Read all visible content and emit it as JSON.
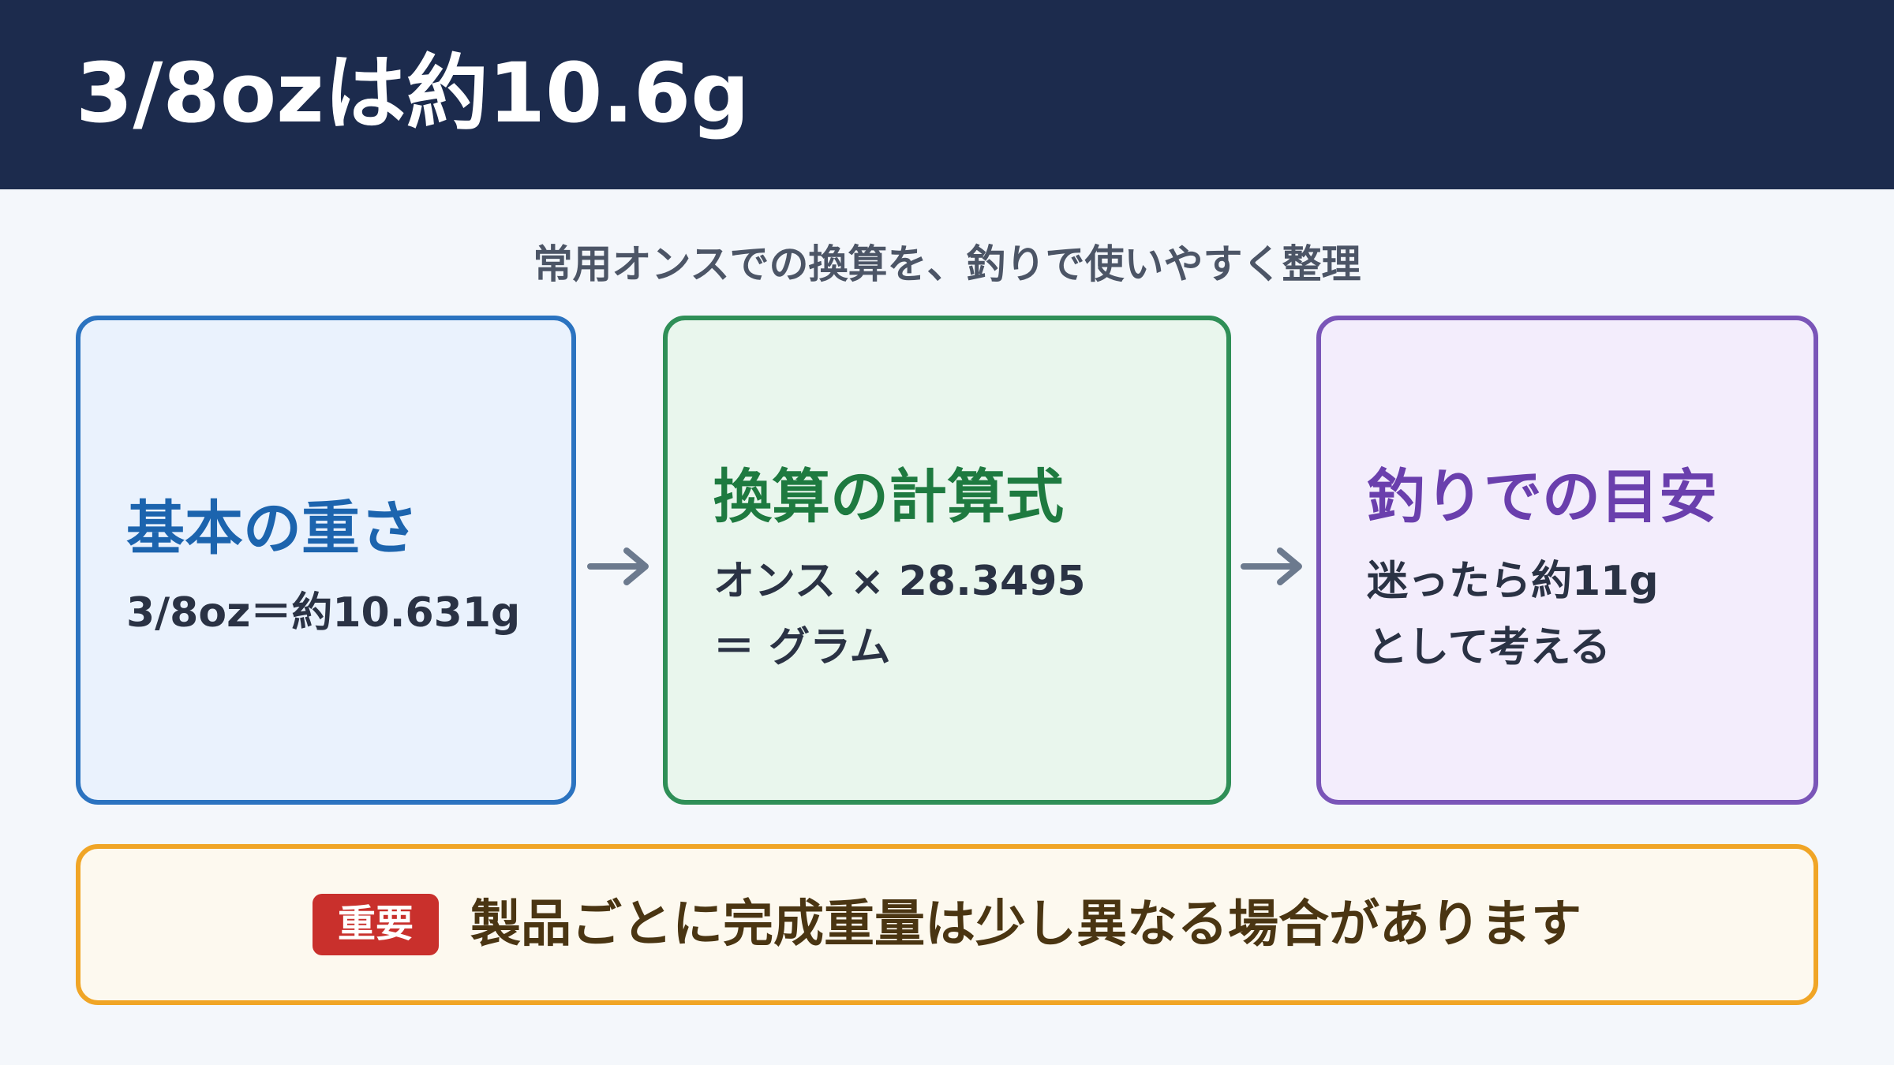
{
  "header": {
    "title": "3/8ozは約10.6g"
  },
  "subtitle": "常用オンスでの換算を、釣りで使いやすく整理",
  "cards": [
    {
      "heading": "基本の重さ",
      "lines": [
        "3/8oz＝約10.631g"
      ],
      "accent": "#2b73c0"
    },
    {
      "heading": "換算の計算式",
      "lines": [
        "オンス × 28.3495",
        "＝ グラム"
      ],
      "accent": "#2f8f57"
    },
    {
      "heading": "釣りでの目安",
      "lines": [
        "迷ったら約11g",
        "として考える"
      ],
      "accent": "#7a55b8"
    }
  ],
  "arrows": [
    "arrow-right-icon",
    "arrow-right-icon"
  ],
  "notice": {
    "badge": "重要",
    "text": "製品ごとに完成重量は少し異なる場合があります",
    "accent": "#f0a526",
    "badge_color": "#c9302c"
  }
}
